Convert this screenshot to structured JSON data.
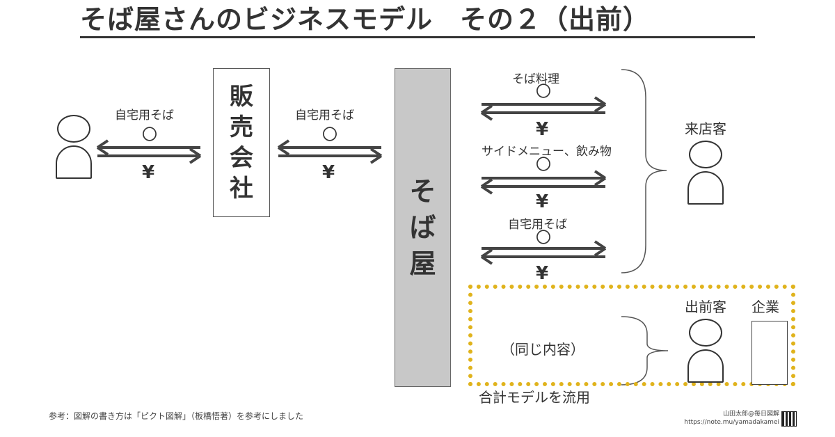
{
  "title": "そば屋さんのビジネスモデル　その２（出前）",
  "company": {
    "chars": [
      "販",
      "売",
      "会",
      "社"
    ]
  },
  "soba_shop": {
    "chars": [
      "そ",
      "ば",
      "屋"
    ]
  },
  "flows": {
    "customer_to_company": {
      "label": "自宅用そば",
      "goods": "〇",
      "money": "¥"
    },
    "company_to_shop": {
      "label": "自宅用そば",
      "goods": "〇",
      "money": "¥"
    },
    "shop_to_visitor_1": {
      "label": "そば料理",
      "goods": "〇",
      "money": "¥"
    },
    "shop_to_visitor_2": {
      "label": "サイドメニュー、飲み物",
      "goods": "〇",
      "money": "¥"
    },
    "shop_to_visitor_3": {
      "label": "自宅用そば",
      "goods": "〇",
      "money": "¥"
    }
  },
  "visitor_label": "来店客",
  "delivery_section": {
    "customer_label": "出前客",
    "corporate_label": "企業",
    "same_content": "（同じ内容）",
    "caption": "合計モデルを流用",
    "accent_color": "#e0b31c"
  },
  "footer": {
    "reference": "参考：図解の書き方は「ピクト図解」（板橋悟著）を参考にしました",
    "author": "山田太郎@毎日図解",
    "url": "https://note.mu/yamadakamei"
  }
}
